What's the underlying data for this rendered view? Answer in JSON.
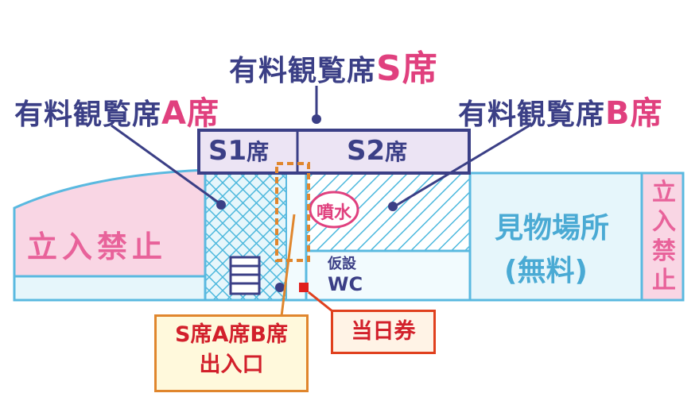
{
  "labels": {
    "s_seat_prefix": "有料観覧席",
    "s_seat_suffix": "S席",
    "a_seat_prefix": "有料観覧席",
    "a_seat_suffix": "A席",
    "b_seat_prefix": "有料観覧席",
    "b_seat_suffix": "B席",
    "s1": "S1",
    "s1_suffix": "席",
    "s2": "S2",
    "s2_suffix": "席",
    "fountain": "噴水",
    "no_entry_left": "立入禁止",
    "no_entry_right_chars": [
      "立",
      "入",
      "禁",
      "止"
    ],
    "viewing_area": "見物場所",
    "viewing_area_free": "(無料)",
    "temp_label": "仮設",
    "wc": "WC"
  },
  "callouts": {
    "entrance_line1": "S席A席B席",
    "entrance_line2": "出入口",
    "same_day": "当日券"
  },
  "colors": {
    "navy": "#3b3f86",
    "pink": "#e0407e",
    "light_blue": "#4aaad4",
    "orange": "#e0862d",
    "red": "#e0401e"
  }
}
